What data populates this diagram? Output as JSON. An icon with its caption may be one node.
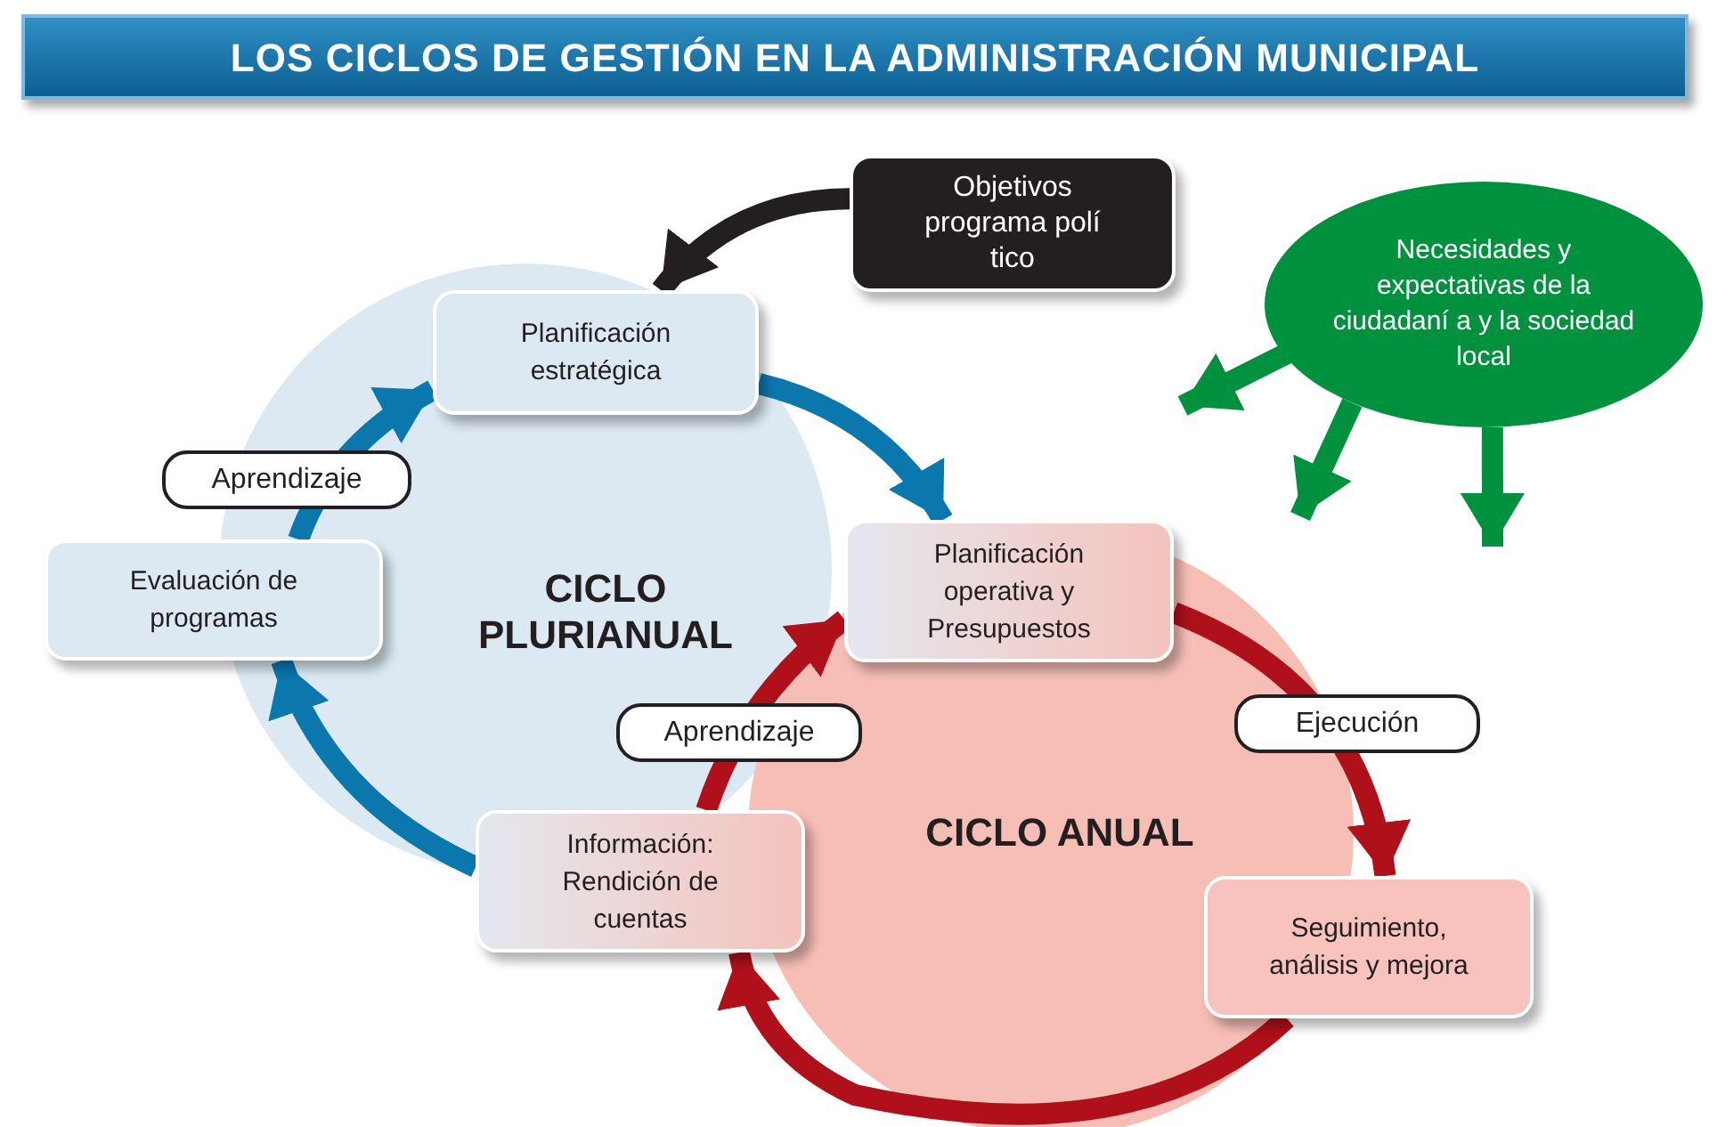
{
  "diagram": {
    "title": "LOS CICLOS DE GESTIÓN EN LA ADMINISTRACIÓN MUNICIPAL",
    "nodes": [
      {
        "text": [
          "Objetivos programa polí tico"
        ]
      },
      {
        "text": [
          "Planificación estratégica"
        ]
      },
      {
        "text": [
          "Evaluación de programas"
        ]
      },
      {
        "text": [
          "Información: Rendición de cuentas"
        ]
      },
      {
        "text": [
          "Planificación operativa y Presupuestos"
        ]
      },
      {
        "text": [
          "Seguimiento, análisis y mejora"
        ]
      },
      {
        "text": [
          "Necesidades y expectativas de la ciudadaní a y la sociedad local"
        ]
      }
    ],
    "edges": [
      {
        "from": 0,
        "to": 1,
        "arrow": "to",
        "color": "#231f20"
      },
      {
        "from": 1,
        "to": 4,
        "arrow": "to"
      },
      {
        "from": 4,
        "to": 5,
        "arrow": "to",
        "label": "Ejecución",
        "color": "#b0101a"
      },
      {
        "from": 5,
        "to": 3,
        "arrow": "to",
        "color": "#b0101a"
      },
      {
        "from": 3,
        "to": 4,
        "arrow": "to",
        "label": "Aprendizaje",
        "color": "#b0101a"
      },
      {
        "from": 3,
        "to": 2,
        "arrow": "to"
      },
      {
        "from": 2,
        "to": 1,
        "arrow": "to",
        "label": "Aprendizaje"
      },
      {
        "from": 6,
        "to": null,
        "arrow": "to",
        "color": "#00913f"
      },
      {
        "from": 6,
        "to": null,
        "arrow": "to",
        "color": "#00913f"
      },
      {
        "from": 6,
        "to": null,
        "arrow": "to",
        "color": "#00913f"
      }
    ],
    "labels": [
      "CICLO PLURIANUAL",
      "CICLO ANUAL"
    ]
  }
}
